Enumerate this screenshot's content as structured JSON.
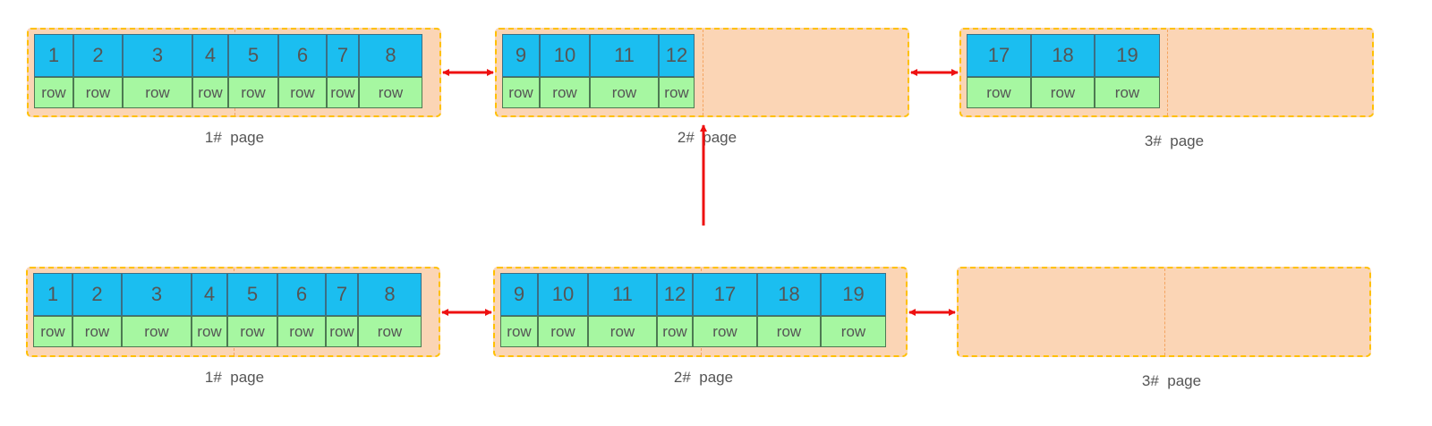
{
  "colors": {
    "page_fill": "#fbd5b5",
    "page_border": "#ffc000",
    "key_fill": "#1bbef0",
    "row_fill": "#a6f7a1",
    "arrow": "#ee1111",
    "text": "#555555"
  },
  "row_label": "row",
  "top": {
    "pages": [
      {
        "label": "1#  page",
        "keys": [
          "1",
          "2",
          "3",
          "4",
          "5",
          "6",
          "7",
          "8"
        ]
      },
      {
        "label": "2#  page",
        "keys": [
          "9",
          "10",
          "11",
          "12"
        ]
      },
      {
        "label": "3#  page",
        "keys": [
          "17",
          "18",
          "19"
        ]
      }
    ]
  },
  "bottom": {
    "pages": [
      {
        "label": "1#  page",
        "keys": [
          "1",
          "2",
          "3",
          "4",
          "5",
          "6",
          "7",
          "8"
        ]
      },
      {
        "label": "2#  page",
        "keys": [
          "9",
          "10",
          "11",
          "12",
          "17",
          "18",
          "19"
        ]
      },
      {
        "label": "3#  page",
        "keys": []
      }
    ]
  }
}
